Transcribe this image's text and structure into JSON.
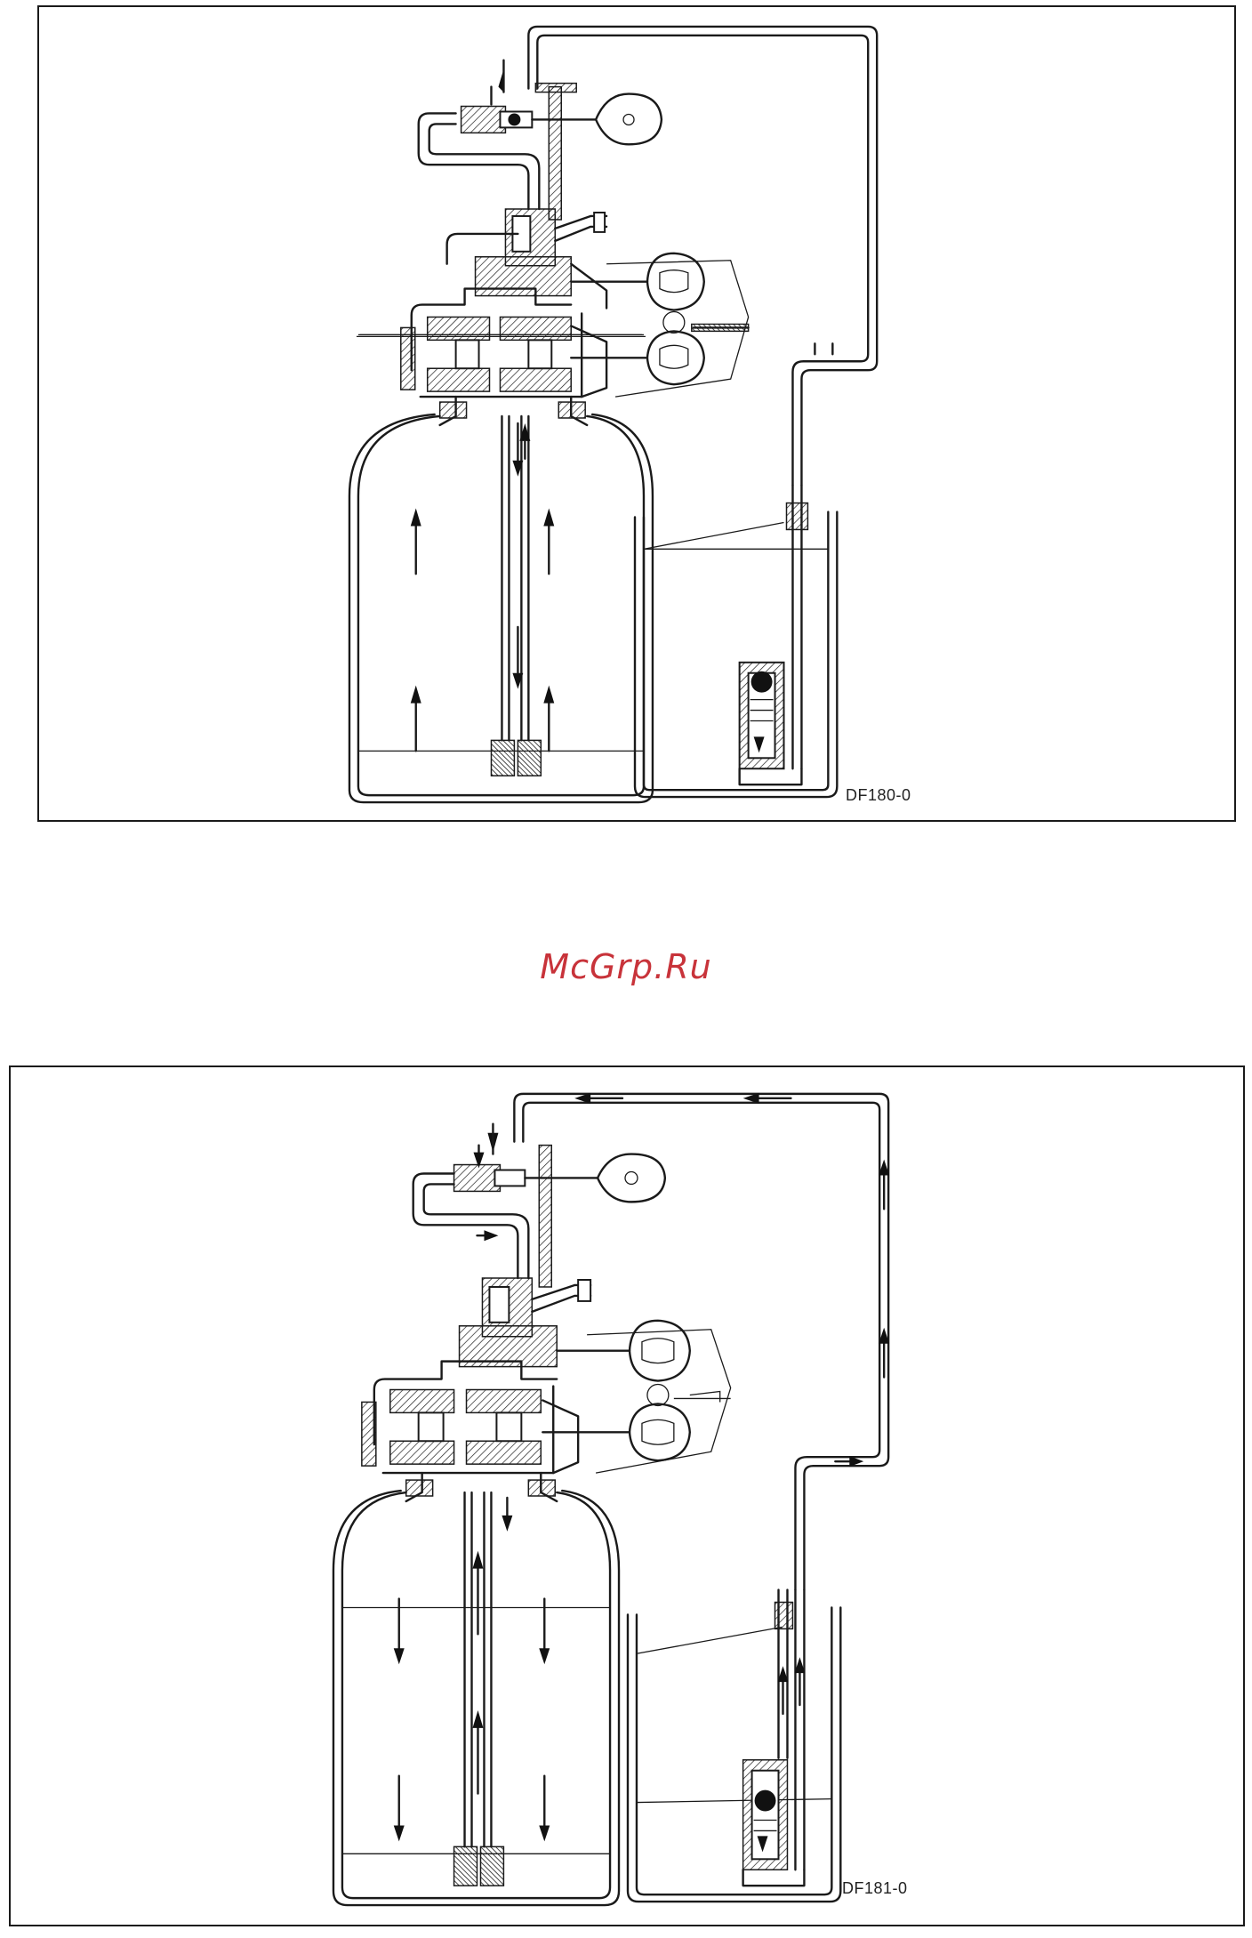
{
  "figures": [
    {
      "id": "top",
      "code": "DF180-0"
    },
    {
      "id": "bottom",
      "code": "DF181-0"
    }
  ],
  "watermark": "McGrp.Ru"
}
